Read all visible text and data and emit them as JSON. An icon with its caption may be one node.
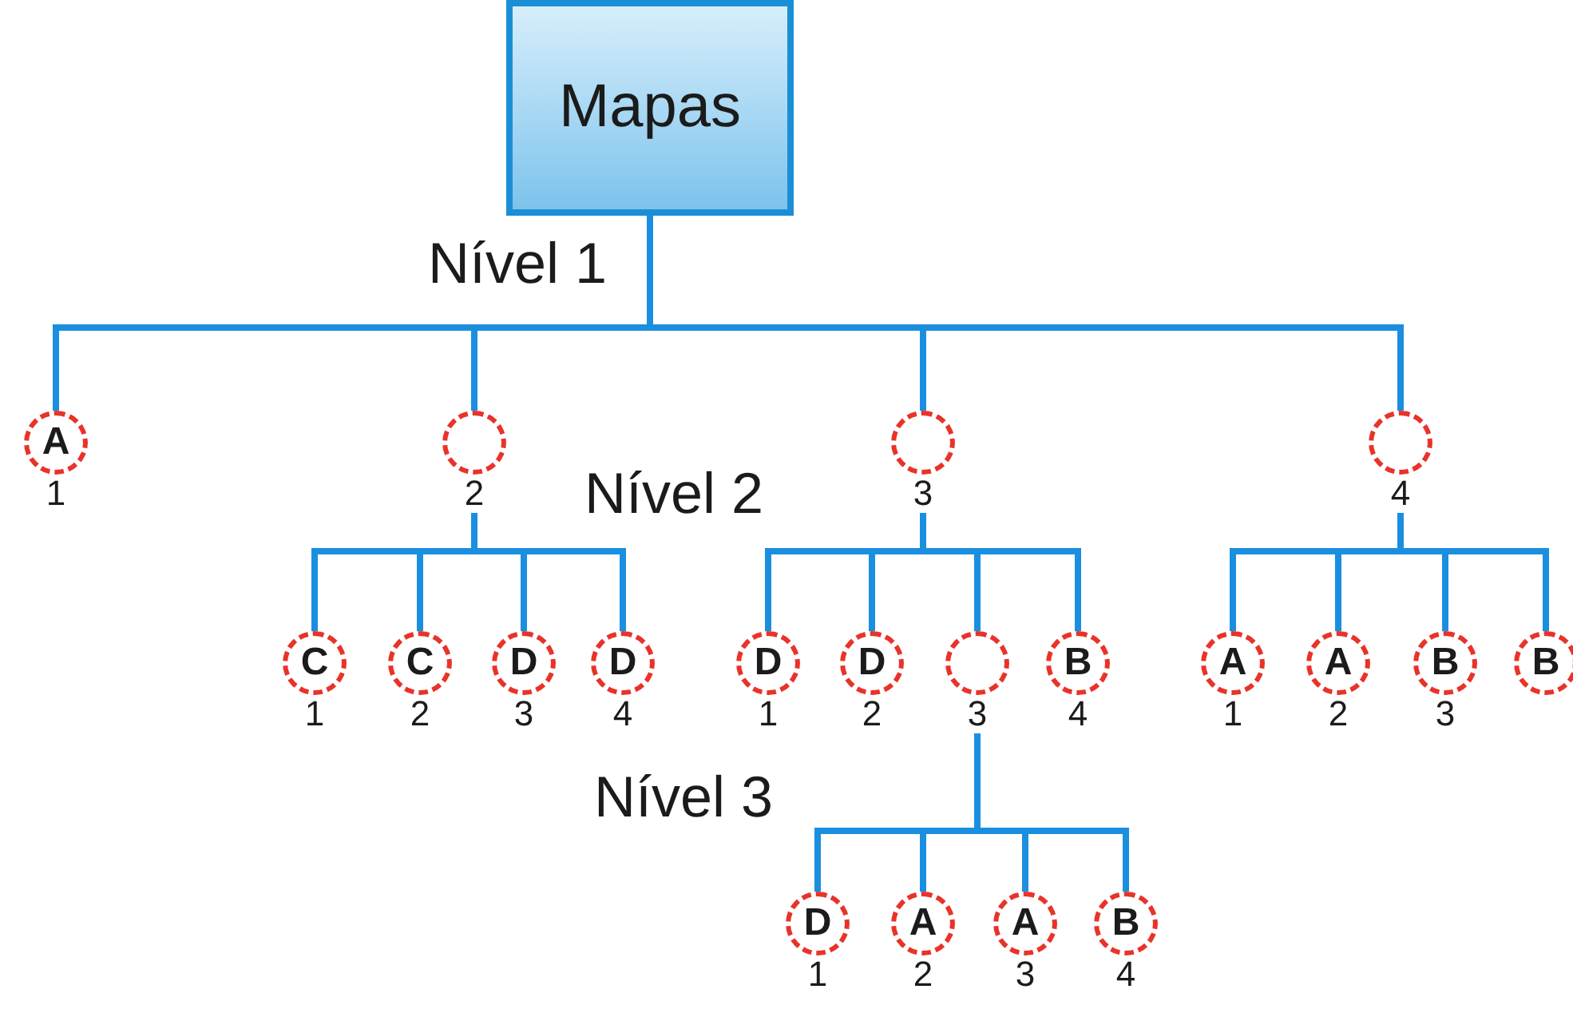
{
  "diagram": {
    "nodes": [
      {
        "text": [
          "Mapas"
        ]
      },
      {
        "text": [
          "A"
        ],
        "beside": [
          "1"
        ]
      },
      {
        "text": [],
        "shape": "circle",
        "beside": [
          "2"
        ]
      },
      {
        "text": [],
        "shape": "circle",
        "beside": [
          "3"
        ]
      },
      {
        "text": [],
        "shape": "circle",
        "beside": [
          "4"
        ]
      },
      {
        "text": [
          "C"
        ],
        "beside": [
          "1"
        ]
      },
      {
        "text": [
          "C"
        ],
        "beside": [
          "2"
        ]
      },
      {
        "text": [
          "D"
        ],
        "beside": [
          "3"
        ]
      },
      {
        "text": [
          "D"
        ],
        "beside": [
          "4"
        ]
      },
      {
        "text": [
          "D"
        ],
        "beside": [
          "1"
        ]
      },
      {
        "text": [
          "D"
        ],
        "beside": [
          "2"
        ]
      },
      {
        "text": [],
        "shape": "circle",
        "beside": [
          "3"
        ]
      },
      {
        "text": [
          "B"
        ],
        "beside": [
          "4"
        ]
      },
      {
        "text": [
          "A"
        ],
        "beside": [
          "1"
        ]
      },
      {
        "text": [
          "A"
        ],
        "beside": [
          "2"
        ]
      },
      {
        "text": [
          "B"
        ],
        "beside": [
          "3"
        ]
      },
      {
        "text": [
          "B"
        ]
      },
      {
        "text": [
          "D"
        ],
        "beside": [
          "1"
        ]
      },
      {
        "text": [
          "A"
        ],
        "beside": [
          "2"
        ]
      },
      {
        "text": [
          "A"
        ],
        "beside": [
          "3"
        ]
      },
      {
        "text": [
          "B"
        ],
        "beside": [
          "4"
        ]
      }
    ],
    "edges": [
      {
        "from": 0,
        "to": 1,
        "arrow": "none"
      },
      {
        "from": 0,
        "to": 2,
        "arrow": "none"
      },
      {
        "from": 0,
        "to": 3,
        "arrow": "none"
      },
      {
        "from": 0,
        "to": 4,
        "arrow": "none"
      },
      {
        "from": 2,
        "to": 5,
        "arrow": "none"
      },
      {
        "from": 2,
        "to": 6,
        "arrow": "none"
      },
      {
        "from": 2,
        "to": 7,
        "arrow": "none"
      },
      {
        "from": 2,
        "to": 8,
        "arrow": "none"
      },
      {
        "from": 3,
        "to": 9,
        "arrow": "none"
      },
      {
        "from": 3,
        "to": 10,
        "arrow": "none"
      },
      {
        "from": 3,
        "to": 11,
        "arrow": "none"
      },
      {
        "from": 3,
        "to": 12,
        "arrow": "none"
      },
      {
        "from": 4,
        "to": 13,
        "arrow": "none"
      },
      {
        "from": 4,
        "to": 14,
        "arrow": "none"
      },
      {
        "from": 4,
        "to": 15,
        "arrow": "none"
      },
      {
        "from": 4,
        "to": 16,
        "arrow": "none"
      },
      {
        "from": 11,
        "to": 17,
        "arrow": "none"
      },
      {
        "from": 11,
        "to": 18,
        "arrow": "none"
      },
      {
        "from": 11,
        "to": 19,
        "arrow": "none"
      },
      {
        "from": 11,
        "to": 20,
        "arrow": "none"
      }
    ],
    "labels": [
      "Nível 1",
      "Nível 2",
      "Nível 3"
    ]
  }
}
